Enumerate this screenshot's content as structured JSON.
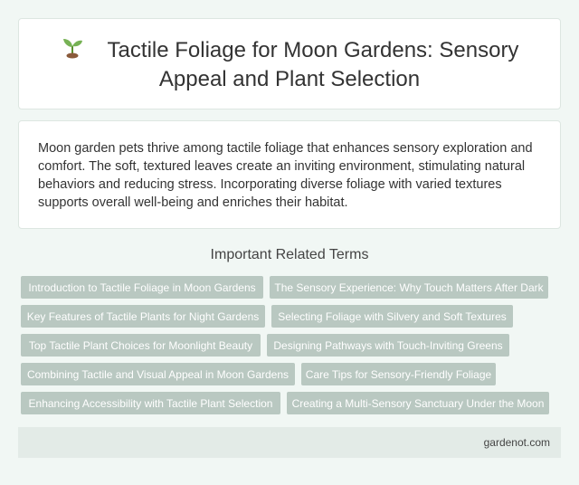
{
  "header": {
    "icon": "sprout-icon",
    "title": "Tactile Foliage for Moon Gardens: Sensory Appeal and Plant Selection"
  },
  "intro": {
    "text": "Moon garden pets thrive among tactile foliage that enhances sensory exploration and comfort. The soft, textured leaves create an inviting environment, stimulating natural behaviors and reducing stress. Incorporating diverse foliage with varied textures supports overall well-being and enriches their habitat."
  },
  "related": {
    "title": "Important Related Terms",
    "terms": [
      "Introduction to Tactile Foliage in Moon Gardens",
      "The Sensory Experience: Why Touch Matters After Dark",
      "Key Features of Tactile Plants for Night Gardens",
      "Selecting Foliage with Silvery and Soft Textures",
      "Top Tactile Plant Choices for Moonlight Beauty",
      "Designing Pathways with Touch-Inviting Greens",
      "Combining Tactile and Visual Appeal in Moon Gardens",
      "Care Tips for Sensory-Friendly Foliage",
      "Enhancing Accessibility with Tactile Plant Selection",
      "Creating a Multi-Sensory Sanctuary Under the Moon"
    ]
  },
  "footer": {
    "site": "gardenot.com"
  },
  "colors": {
    "background": "#f1f7f4",
    "tag": "#b9c8c1",
    "footer": "#e3ebe7"
  }
}
